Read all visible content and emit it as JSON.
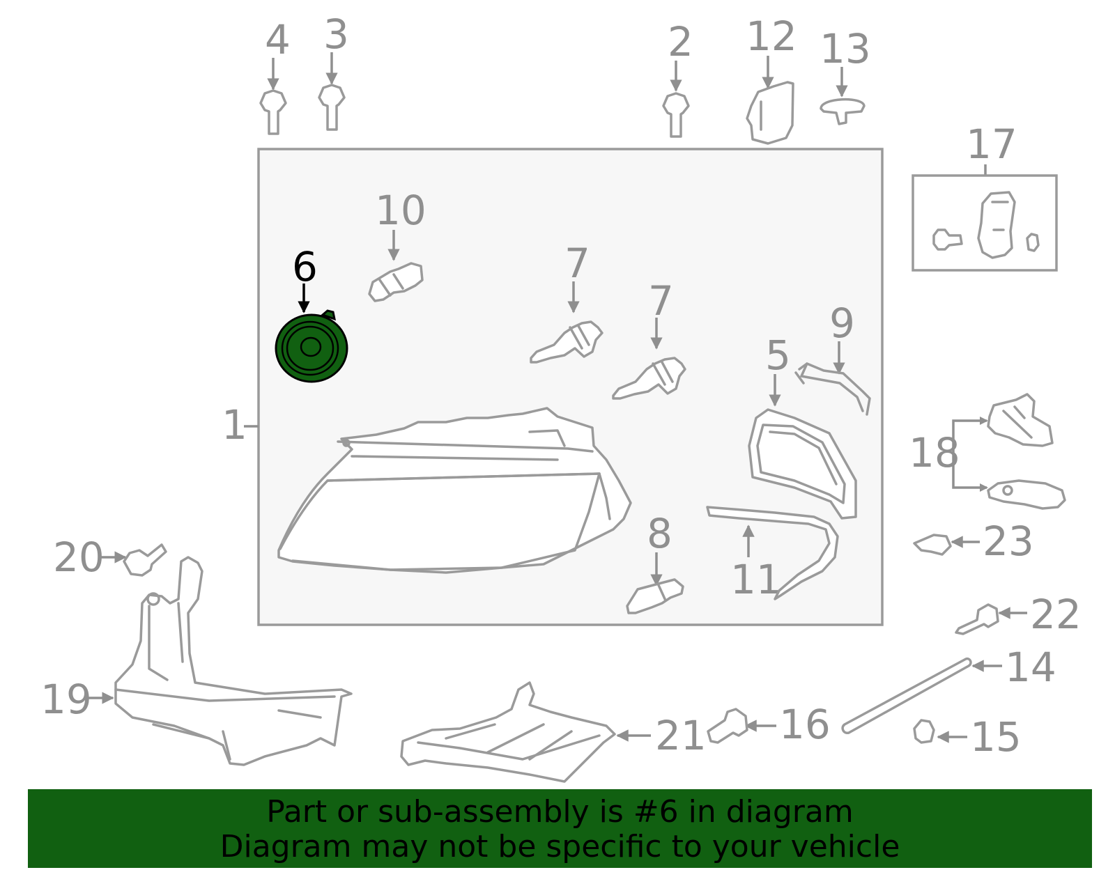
{
  "callouts": {
    "c1": "1",
    "c2": "2",
    "c3": "3",
    "c4": "4",
    "c5": "5",
    "c6": "6",
    "c7a": "7",
    "c7b": "7",
    "c8": "8",
    "c9": "9",
    "c10": "10",
    "c11": "11",
    "c12": "12",
    "c13": "13",
    "c14": "14",
    "c15": "15",
    "c16": "16",
    "c17": "17",
    "c18": "18",
    "c19": "19",
    "c20": "20",
    "c21": "21",
    "c22": "22",
    "c23": "23"
  },
  "highlight": {
    "part_number": "6",
    "color": "#116011"
  },
  "banner": {
    "line1": "Part or sub-assembly is #6 in diagram",
    "line2": "Diagram may not be specific to your vehicle",
    "background": "#116011"
  }
}
